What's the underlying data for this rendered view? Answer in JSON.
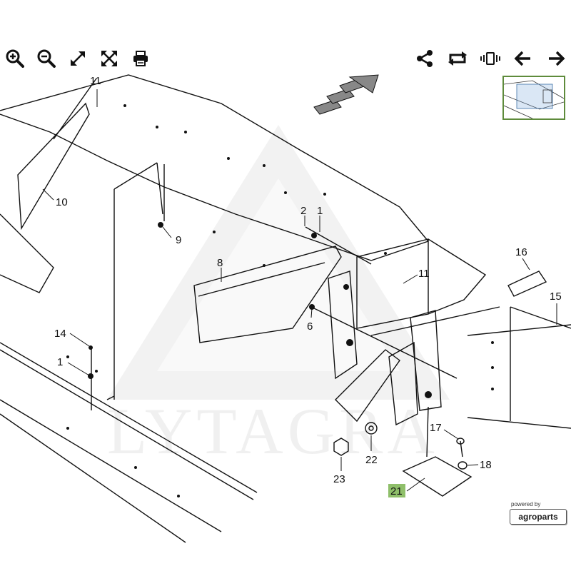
{
  "toolbar": {
    "left": [
      {
        "name": "zoom-in-icon"
      },
      {
        "name": "zoom-out-icon"
      },
      {
        "name": "fit-diagonal-icon"
      },
      {
        "name": "fullscreen-icon"
      },
      {
        "name": "print-icon"
      }
    ],
    "right": [
      {
        "name": "share-icon"
      },
      {
        "name": "rotate-icon"
      },
      {
        "name": "vibrate-icon"
      },
      {
        "name": "arrow-left-icon"
      },
      {
        "name": "arrow-right-icon"
      }
    ]
  },
  "diagram": {
    "watermark": "LYTAGRA",
    "callouts": {
      "c11a": "11",
      "c10": "10",
      "c9": "9",
      "c2": "2",
      "c1a": "1",
      "c8": "8",
      "c11b": "11",
      "c16": "16",
      "c15": "15",
      "c6": "6",
      "c14": "14",
      "c1b": "1",
      "c17": "17",
      "c18": "18",
      "c22": "22",
      "c23": "23",
      "c21": "21"
    },
    "highlight_color": "#8fbf6a"
  },
  "branding": {
    "caption": "powered by",
    "logo_text": "agroparts"
  },
  "colors": {
    "line": "#111111",
    "accent": "#5e8b3b"
  }
}
